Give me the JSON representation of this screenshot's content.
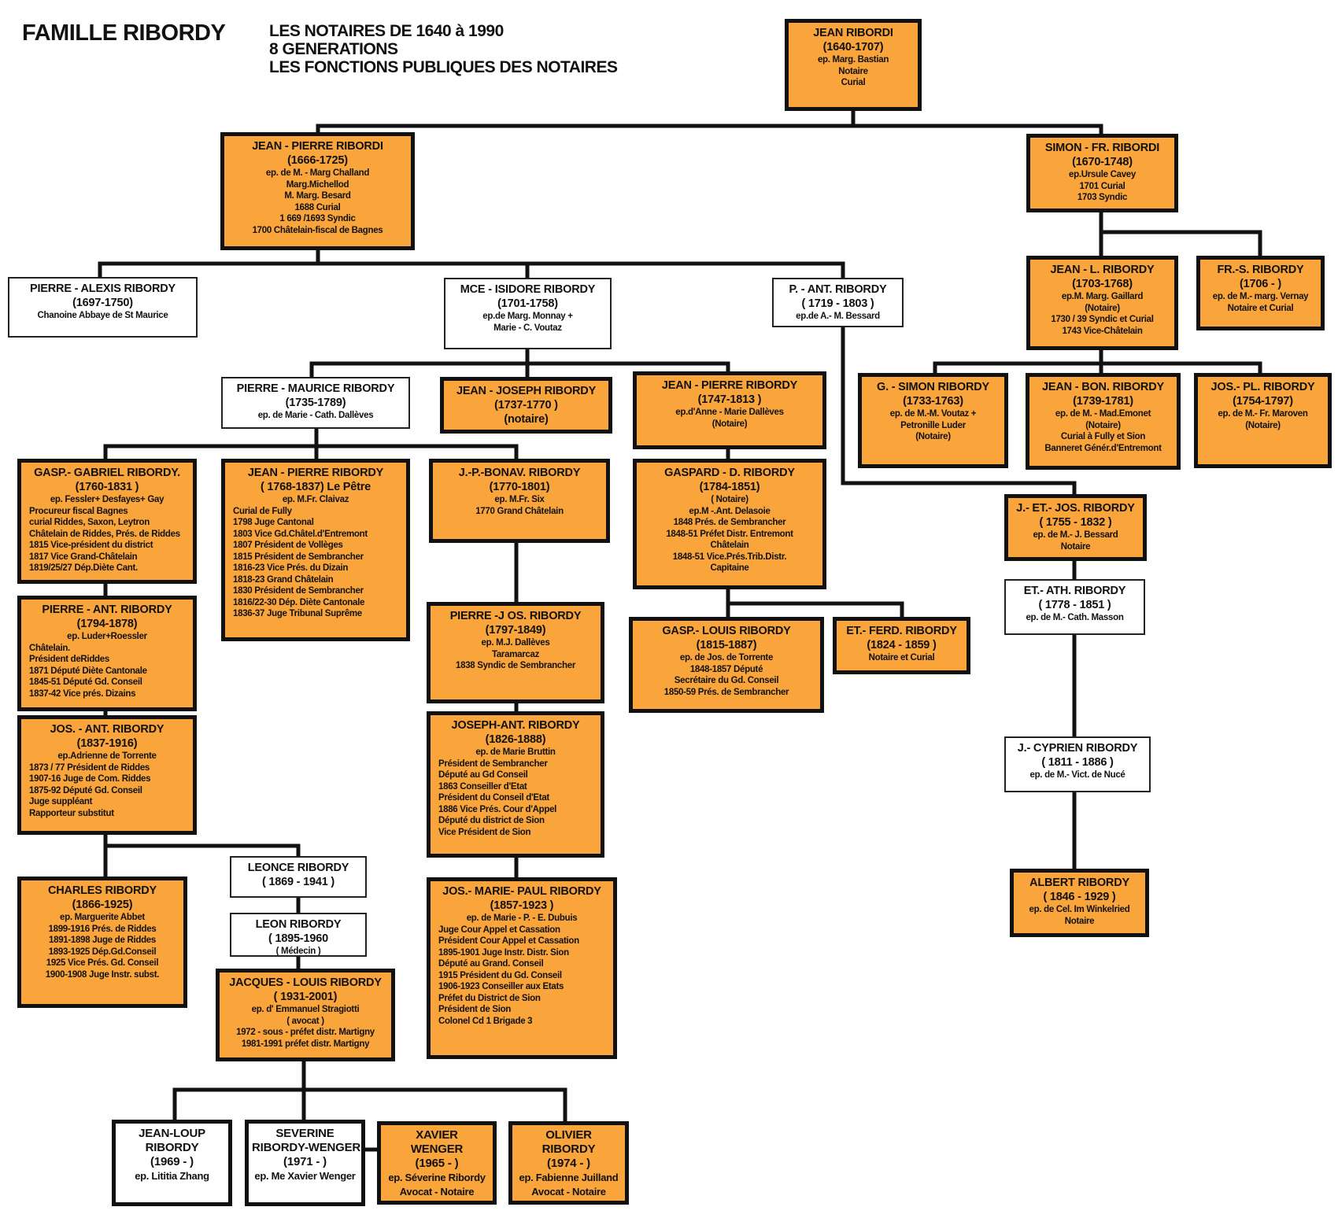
{
  "header": {
    "title": "FAMILLE RIBORDY",
    "subtitle_lines": [
      "LES NOTAIRES DE 1640 à 1990",
      "8 GENERATIONS",
      "LES FONCTIONS PUBLIQUES DES NOTAIRES"
    ]
  },
  "colors": {
    "notaire": "#F9A53B",
    "other": "#FFFFFF",
    "line": "#111111"
  },
  "people": [
    {
      "id": "jean-1640",
      "style": "orange",
      "head": 2,
      "lines": [
        "JEAN  RIBORDI",
        "(1640-1707)",
        "ep. Marg. Bastian",
        "Notaire",
        "Curial"
      ]
    },
    {
      "id": "jean-pierre-1666",
      "style": "orange",
      "head": 2,
      "lines": [
        "JEAN - PIERRE RIBORDI",
        "(1666-1725)",
        "ep. de M. - Marg  Challand",
        "Marg.Michellod",
        "M. Marg. Besard",
        "1688 Curial",
        "1 669 /1693 Syndic",
        "1700 Châtelain-fiscal de Bagnes"
      ]
    },
    {
      "id": "simon-1670",
      "style": "orange",
      "head": 2,
      "lines": [
        "SIMON - FR. RIBORDI",
        "(1670-1748)",
        "ep.Ursule Cavey",
        "1701 Curial",
        "1703 Syndic"
      ]
    },
    {
      "id": "pierre-alexis-1697",
      "style": "white",
      "head": 2,
      "lines": [
        "PIERRE - ALEXIS  RIBORDY",
        "(1697-1750)",
        "Chanoine Abbaye de St Maurice"
      ]
    },
    {
      "id": "mce-isidore-1701",
      "style": "white",
      "head": 2,
      "lines": [
        "MCE - ISIDORE  RIBORDY",
        "(1701-1758)",
        "ep.de Marg.  Monnay +",
        "Marie - C.  Voutaz"
      ]
    },
    {
      "id": "p-ant-1719",
      "style": "white",
      "head": 2,
      "lines": [
        "P. - ANT.  RIBORDY",
        "( 1719 - 1803 )",
        "ep.de A.- M. Bessard"
      ]
    },
    {
      "id": "jean-l-1703",
      "style": "orange",
      "head": 2,
      "lines": [
        "JEAN - L.  RIBORDY",
        "(1703-1768)",
        "ep.M. Marg. Gaillard",
        "(Notaire)",
        "1730 /  39 Syndic et Curial",
        "1743 Vice-Châtelain"
      ]
    },
    {
      "id": "fr-s-1706",
      "style": "orange",
      "head": 2,
      "lines": [
        "FR.-S. RIBORDY",
        "(1706 -  )",
        "ep. de M.- marg.  Vernay",
        "Notaire et Curial"
      ]
    },
    {
      "id": "pierre-maurice-1735",
      "style": "white",
      "head": 2,
      "lines": [
        "PIERRE - MAURICE  RIBORDY",
        "(1735-1789)",
        "ep. de Marie - Cath. Dallèves"
      ]
    },
    {
      "id": "jean-joseph-1737",
      "style": "orange",
      "head": 3,
      "lines": [
        "JEAN - JOSEPH  RIBORDY",
        "(1737-1770 )",
        "(notaire)"
      ]
    },
    {
      "id": "jean-pierre-1747",
      "style": "orange",
      "head": 2,
      "lines": [
        "JEAN - PIERRE  RIBORDY",
        "(1747-1813 )",
        "ep.d'Anne - Marie  Dallèves",
        "(Notaire)"
      ]
    },
    {
      "id": "g-simon-1733",
      "style": "orange",
      "head": 2,
      "lines": [
        "G. - SIMON  RIBORDY",
        "(1733-1763)",
        "ep. de M.-M.  Voutaz +",
        "Petronille  Luder",
        "(Notaire)"
      ]
    },
    {
      "id": "jean-bon-1739",
      "style": "orange",
      "head": 2,
      "lines": [
        "JEAN - BON.  RIBORDY",
        "(1739-1781)",
        "ep. de M. - Mad.Emonet",
        "(Notaire)",
        "Curial à Fully et Sion",
        "Banneret Génér.d'Entremont"
      ]
    },
    {
      "id": "jos-pl-1754",
      "style": "orange",
      "head": 2,
      "lines": [
        "JOS.- PL. RIBORDY",
        "(1754-1797)",
        "ep. de M.- Fr.  Maroven",
        "(Notaire)"
      ]
    },
    {
      "id": "gasp-gabriel-1760",
      "style": "orange",
      "head": 2,
      "lines": [
        "GASP.- GABRIEL  RIBORDY.",
        "(1760-1831 )",
        "ep. Fessler+ Desfayes+ Gay",
        "Procureur fiscal Bagnes",
        "curial Riddes, Saxon, Leytron",
        "Châtelain de Riddes, Prés. de Riddes",
        "1815 Vice-président du district",
        "1817 Vice Grand-Châtelain",
        "1819/25/27 Dép.Diète Cant."
      ]
    },
    {
      "id": "jean-pierre-1768",
      "style": "orange",
      "head": 2,
      "lines": [
        "JEAN - PIERRE  RIBORDY",
        "( 1768-1837) Le Pêtre",
        "ep. M.Fr. Claivaz",
        "Curial de Fully",
        "1798 Juge Cantonal",
        "1803 Vice Gd.Châtel.d'Entremont",
        "1807 Président de Vollèges",
        "1815 Président de Sembrancher",
        "1816-23 Vice Prés. du Dizain",
        "1818-23 Grand Châtelain",
        "1830 Président de Sembrancher",
        "1816/22-30 Dép. Diète Cantonale",
        "1836-37 Juge Tribunal Suprême"
      ]
    },
    {
      "id": "jp-bonav-1770",
      "style": "orange",
      "head": 2,
      "lines": [
        "J.-P.-BONAV. RIBORDY",
        "(1770-1801)",
        "ep. M.Fr. Six",
        "1770 Grand Châtelain"
      ]
    },
    {
      "id": "gaspard-d-1784",
      "style": "orange",
      "head": 2,
      "lines": [
        "GASPARD - D.  RIBORDY",
        "(1784-1851)",
        "( Notaire)",
        "ep.M -.Ant. Delasoie",
        "1848        Prés. de Sembrancher",
        "1848-51 Préfet Distr. Entremont",
        "Châtelain",
        "1848-51 Vice.Prés.Trib.Distr.",
        "Capitaine"
      ]
    },
    {
      "id": "j-et-jos-1755",
      "style": "orange",
      "head": 2,
      "lines": [
        "J.- ET.- JOS.  RIBORDY",
        "( 1755 - 1832 )",
        "ep. de M.- J.  Bessard",
        "Notaire"
      ]
    },
    {
      "id": "et-ath-1778",
      "style": "white",
      "head": 2,
      "lines": [
        "ET.- ATH. RIBORDY",
        "( 1778 - 1851 )",
        "ep. de M.- Cath. Masson"
      ]
    },
    {
      "id": "pierre-ant-1794",
      "style": "orange",
      "head": 2,
      "lines": [
        "PIERRE - ANT.  RIBORDY",
        "(1794-1878)",
        "ep. Luder+Roessler",
        "Châtelain.",
        "Président deRiddes",
        "1871 Député Diète Cantonale",
        "1845-51 Député Gd. Conseil",
        "1837-42 Vice prés. Dizains"
      ]
    },
    {
      "id": "pierre-jos-1797",
      "style": "orange",
      "head": 2,
      "lines": [
        "PIERRE -J OS.  RIBORDY",
        "(1797-1849)",
        "ep. M.J. Dallèves",
        "Taramarcaz",
        "1838 Syndic de Sembrancher"
      ]
    },
    {
      "id": "gasp-louis-1815",
      "style": "orange",
      "head": 2,
      "lines": [
        "GASP.- LOUIS  RIBORDY",
        "(1815-1887)",
        "ep. de Jos. de Torrente",
        "1848-1857 Député",
        "Secrétaire du Gd. Conseil",
        "1850-59 Prés. de Sembrancher"
      ]
    },
    {
      "id": "et-ferd-1824",
      "style": "orange",
      "head": 2,
      "lines": [
        "ET.- FERD.  RIBORDY",
        "(1824 - 1859 )",
        "Notaire et Curial"
      ]
    },
    {
      "id": "jos-ant-1837",
      "style": "orange",
      "head": 2,
      "lines": [
        "JOS. - ANT.  RIBORDY",
        "(1837-1916)",
        "ep.Adrienne de Torrente",
        "1873 / 77 Président de Riddes",
        "1907-16 Juge de Com. Riddes",
        "1875-92 Député Gd. Conseil",
        "Juge suppléant",
        "Rapporteur substitut"
      ]
    },
    {
      "id": "joseph-ant-1826",
      "style": "orange",
      "head": 2,
      "lines": [
        "JOSEPH-ANT. RIBORDY",
        "(1826-1888)",
        "ep. de Marie Bruttin",
        "Président de Sembrancher",
        "Député au Gd Conseil",
        "1863 Conseiller d'Etat",
        "Président du Conseil d'Etat",
        "1886  Vice Prés. Cour d'Appel",
        "Député du district de Sion",
        "Vice Président de Sion"
      ]
    },
    {
      "id": "j-cyprien-1811",
      "style": "white",
      "head": 2,
      "lines": [
        "J.- CYPRIEN  RIBORDY",
        "( 1811 - 1886 )",
        "ep. de M.- Vict. de Nucé"
      ]
    },
    {
      "id": "leonce-1869",
      "style": "white",
      "head": 2,
      "lines": [
        "LEONCE  RIBORDY",
        "( 1869 - 1941 )"
      ]
    },
    {
      "id": "leon-1895",
      "style": "white",
      "head": 2,
      "lines": [
        "LEON  RIBORDY",
        "( 1895-1960",
        "( Médecin )"
      ]
    },
    {
      "id": "charles-1866",
      "style": "orange",
      "head": 2,
      "lines": [
        "CHARLES  RIBORDY",
        "(1866-1925)",
        "ep. Marguerite  Abbet",
        "1899-1916 Prés. de Riddes",
        "1891-1898 Juge de Riddes",
        "1893-1925 Dép.Gd.Conseil",
        "1925 Vice Prés. Gd. Conseil",
        "1900-1908 Juge Instr. subst."
      ]
    },
    {
      "id": "jacques-louis-1931",
      "style": "orange",
      "head": 2,
      "lines": [
        "JACQUES  - LOUIS RIBORDY",
        "( 1931-2001)",
        "ep. d' Emmanuel Stragiotti",
        "( avocat )",
        "1972  -  sous -  préfet distr. Martigny",
        "1981-1991 préfet distr. Martigny"
      ]
    },
    {
      "id": "jos-marie-paul-1857",
      "style": "orange",
      "head": 2,
      "lines": [
        "JOS.- MARIE- PAUL  RIBORDY",
        "(1857-1923 )",
        "ep. de Marie - P. - E. Dubuis",
        "Juge Cour Appel et Cassation",
        "Président Cour Appel et Cassation",
        "1895-1901 Juge Instr. Distr. Sion",
        "Député au Grand. Conseil",
        "1915 Président du Gd. Conseil",
        "1906-1923 Conseiller aux Etats",
        "Préfet du District de Sion",
        "Président de Sion",
        "Colonel Cd 1 Brigade 3"
      ]
    },
    {
      "id": "albert-1846",
      "style": "orange",
      "head": 2,
      "lines": [
        "ALBERT  RIBORDY",
        "( 1846 - 1929 )",
        "ep. de Cel. Im Winkelried",
        "Notaire"
      ]
    },
    {
      "id": "jean-loup-1969",
      "style": "white",
      "head": 3,
      "lines": [
        "JEAN-LOUP",
        "RIBORDY",
        "(1969 -  )",
        "ep. Lititia Zhang"
      ]
    },
    {
      "id": "severine-1971",
      "style": "white",
      "head": 3,
      "lines": [
        "SEVERINE",
        "RIBORDY-WENGER",
        "(1971 -  )",
        "ep. Me Xavier Wenger"
      ]
    },
    {
      "id": "xavier-1965",
      "style": "orange",
      "head": 3,
      "lines": [
        "XAVIER",
        "WENGER",
        "(1965 -  )",
        "ep. Séverine Ribordy",
        "Avocat - Notaire"
      ]
    },
    {
      "id": "olivier-1974",
      "style": "orange",
      "head": 3,
      "lines": [
        "OLIVIER",
        "RIBORDY",
        "(1974 -  )",
        "ep. Fabienne Juilland",
        "Avocat - Notaire"
      ]
    }
  ]
}
